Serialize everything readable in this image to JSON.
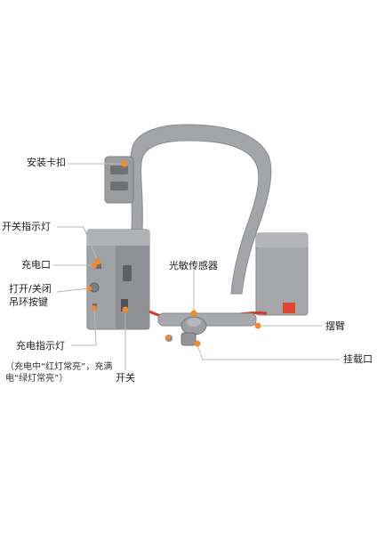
{
  "labels": {
    "mount_buckle": "安装卡扣",
    "power_indicator": "开关指示灯",
    "charge_port": "充电口",
    "release_button_line1": "打开/关闭",
    "release_button_line2": "吊环按键",
    "charge_indicator": "充电指示灯",
    "charge_note": "（充电中“红灯常亮”，充满电“绿灯常亮”）",
    "switch": "开关",
    "light_sensor": "光敏传感器",
    "swing_arm": "摆臂",
    "hook_port": "挂载口"
  },
  "colors": {
    "body_gray": "#9a9c9e",
    "body_dark": "#7d7f82",
    "accent_orange": "#f08a2c",
    "line_gray": "#b9b9b9"
  }
}
